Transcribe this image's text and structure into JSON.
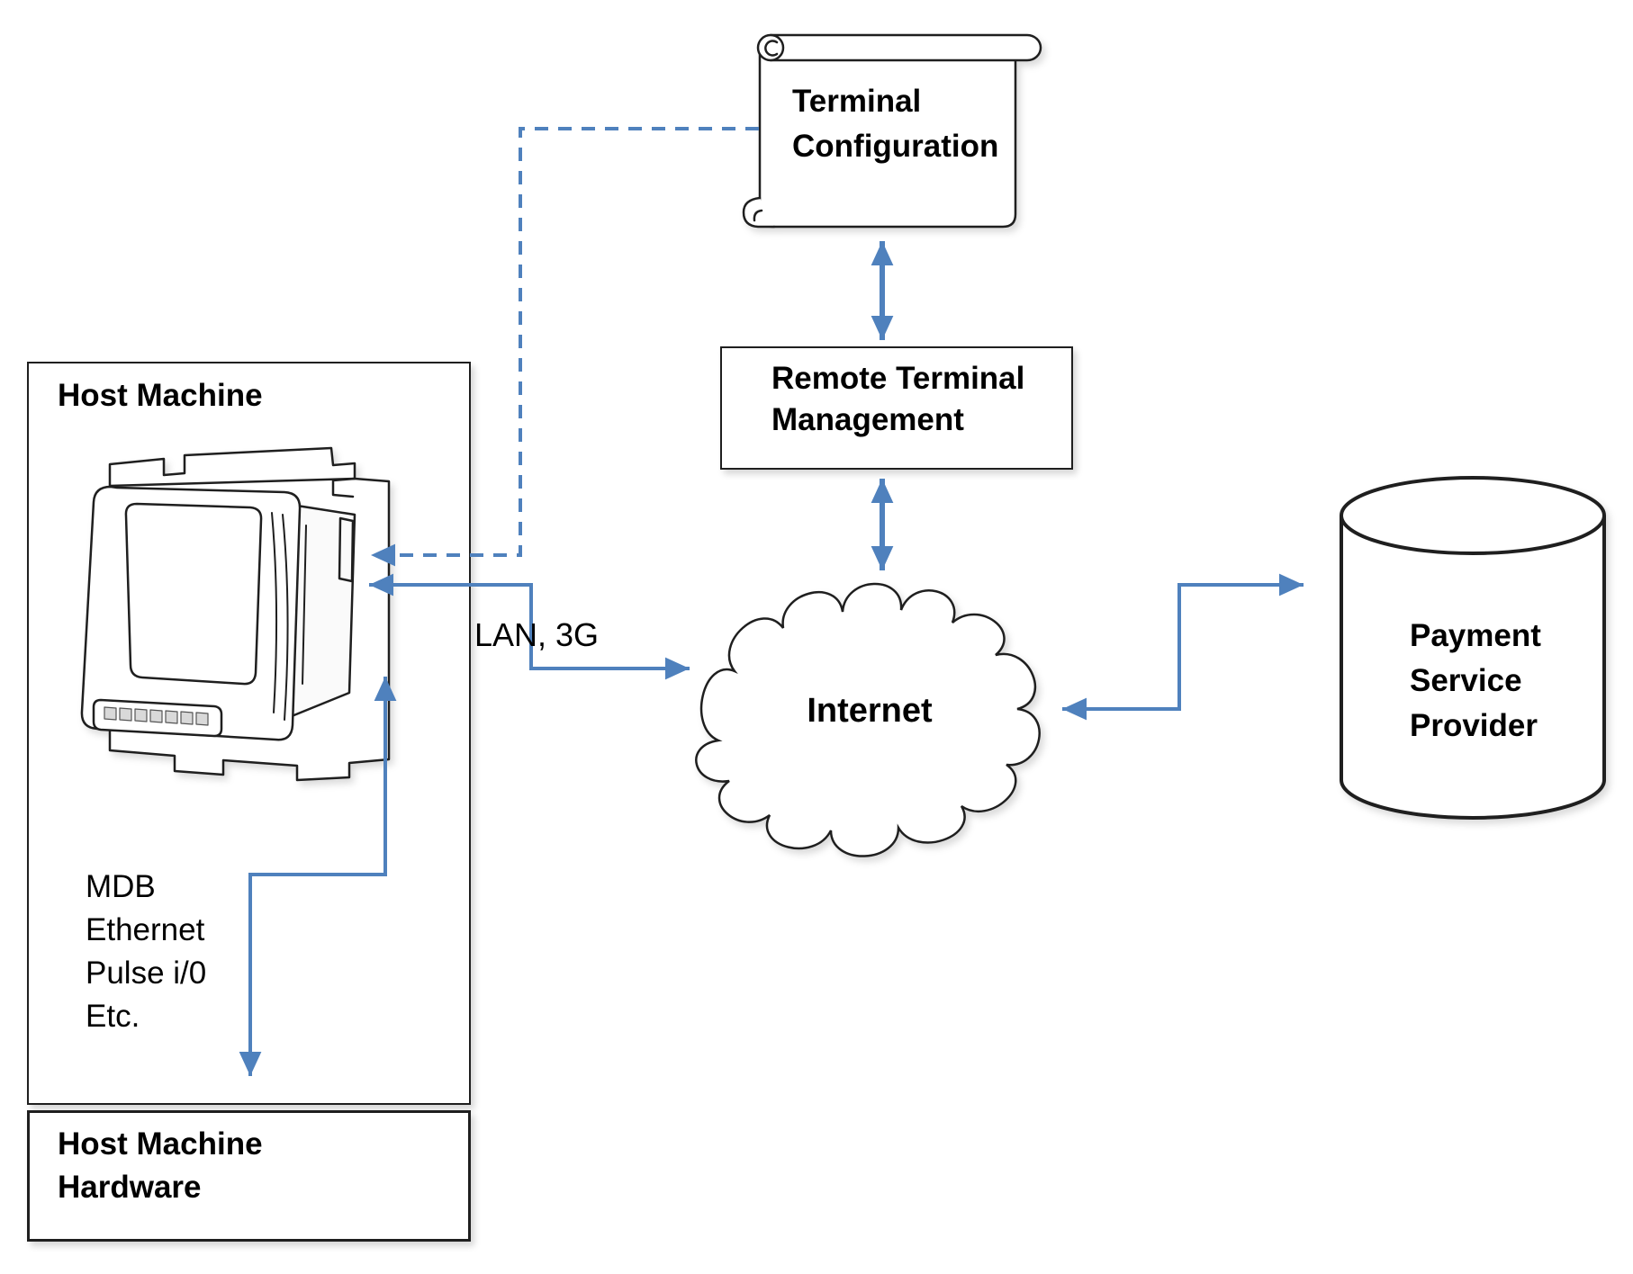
{
  "colors": {
    "accent": "#4f81bd",
    "ink": "#1f1f1f"
  },
  "host_machine": {
    "title": "Host Machine",
    "interfaces": [
      "MDB",
      "Ethernet",
      "Pulse i/0",
      "Etc."
    ],
    "hardware_lines": [
      "Host Machine",
      "Hardware"
    ],
    "device_icon": "payment-terminal-illustration"
  },
  "terminal_configuration": {
    "lines": [
      "Terminal",
      "Configuration"
    ]
  },
  "remote_terminal_management": {
    "lines": [
      "Remote Terminal",
      "Management"
    ]
  },
  "internet": {
    "label": "Internet"
  },
  "payment_service_provider": {
    "lines": [
      "Payment",
      "Service",
      "Provider"
    ]
  },
  "connections": {
    "lan_label": "LAN, 3G"
  }
}
